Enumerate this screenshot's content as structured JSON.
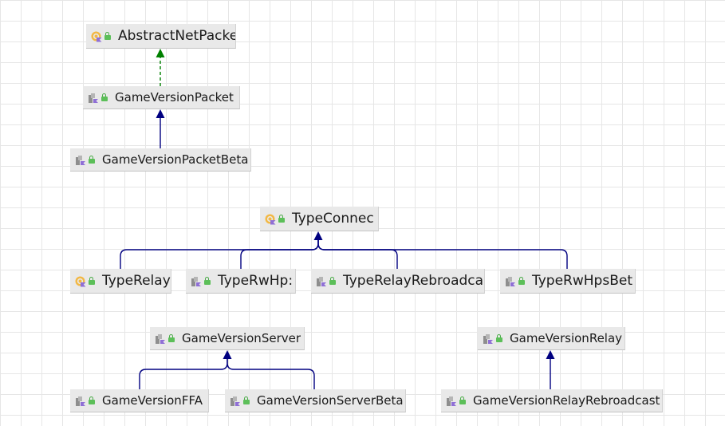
{
  "colors": {
    "extends_arrow": "#000080",
    "implements_arrow": "#008000",
    "node_fill": "#e9e9e9"
  },
  "nodes": {
    "abstract_net_packet": {
      "label": "AbstractNetPacke",
      "icon": "abstract-class-icon"
    },
    "game_version_packet": {
      "label": "GameVersionPacket",
      "icon": "class-icon"
    },
    "game_version_packet_beta": {
      "label": "GameVersionPacketBeta",
      "icon": "class-icon"
    },
    "type_connect": {
      "label": "TypeConnec",
      "icon": "abstract-class-icon"
    },
    "type_relay": {
      "label": "TypeRelay",
      "icon": "abstract-class-icon"
    },
    "type_rw_hps": {
      "label": "TypeRwHp:",
      "icon": "class-icon"
    },
    "type_relay_rebroadcast": {
      "label": "TypeRelayRebroadca",
      "icon": "class-icon"
    },
    "type_rw_hps_beta": {
      "label": "TypeRwHpsBet",
      "icon": "class-icon"
    },
    "game_version_server": {
      "label": "GameVersionServer",
      "icon": "class-icon"
    },
    "game_version_relay": {
      "label": "GameVersionRelay",
      "icon": "class-icon"
    },
    "game_version_ffa": {
      "label": "GameVersionFFA",
      "icon": "class-icon"
    },
    "game_version_server_beta": {
      "label": "GameVersionServerBeta",
      "icon": "class-icon"
    },
    "game_version_relay_rebroadcast": {
      "label": "GameVersionRelayRebroadcast",
      "icon": "class-icon"
    }
  },
  "edges": [
    {
      "from": "game_version_packet",
      "to": "abstract_net_packet",
      "kind": "implements"
    },
    {
      "from": "game_version_packet_beta",
      "to": "game_version_packet",
      "kind": "extends"
    },
    {
      "from": "type_relay",
      "to": "type_connect",
      "kind": "extends"
    },
    {
      "from": "type_rw_hps",
      "to": "type_connect",
      "kind": "extends"
    },
    {
      "from": "type_relay_rebroadcast",
      "to": "type_connect",
      "kind": "extends"
    },
    {
      "from": "type_rw_hps_beta",
      "to": "type_connect",
      "kind": "extends"
    },
    {
      "from": "game_version_ffa",
      "to": "game_version_server",
      "kind": "extends"
    },
    {
      "from": "game_version_server_beta",
      "to": "game_version_server",
      "kind": "extends"
    },
    {
      "from": "game_version_relay_rebroadcast",
      "to": "game_version_relay",
      "kind": "extends"
    }
  ]
}
